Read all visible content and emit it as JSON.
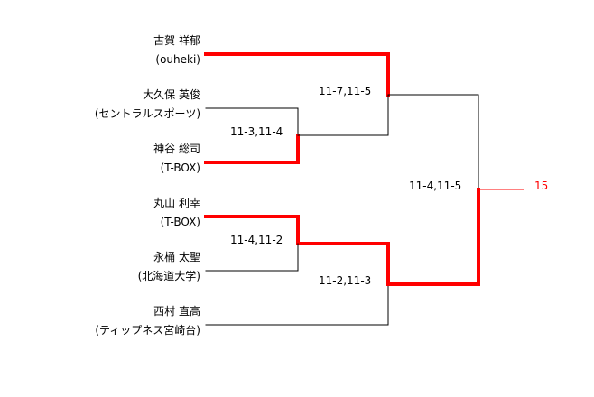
{
  "players": [
    {
      "name": "古賀 祥郁",
      "team": "(ouheki)"
    },
    {
      "name": "大久保 英俊",
      "team": "(セントラルスポーツ)"
    },
    {
      "name": "神谷 総司",
      "team": "(T-BOX)"
    },
    {
      "name": "丸山 利幸",
      "team": "(T-BOX)"
    },
    {
      "name": "永桶 太聖",
      "team": "(北海道大学)"
    },
    {
      "name": "西村 直高",
      "team": "(ティップネス宮崎台)"
    }
  ],
  "scores": {
    "r1a": "11-3,11-4",
    "r1b": "11-4,11-2",
    "sf1": "11-7,11-5",
    "sf2": "11-2,11-3",
    "final": "11-4,11-5"
  },
  "winner_label": "15",
  "colors": {
    "win": "#ff0000",
    "line": "#000000"
  }
}
